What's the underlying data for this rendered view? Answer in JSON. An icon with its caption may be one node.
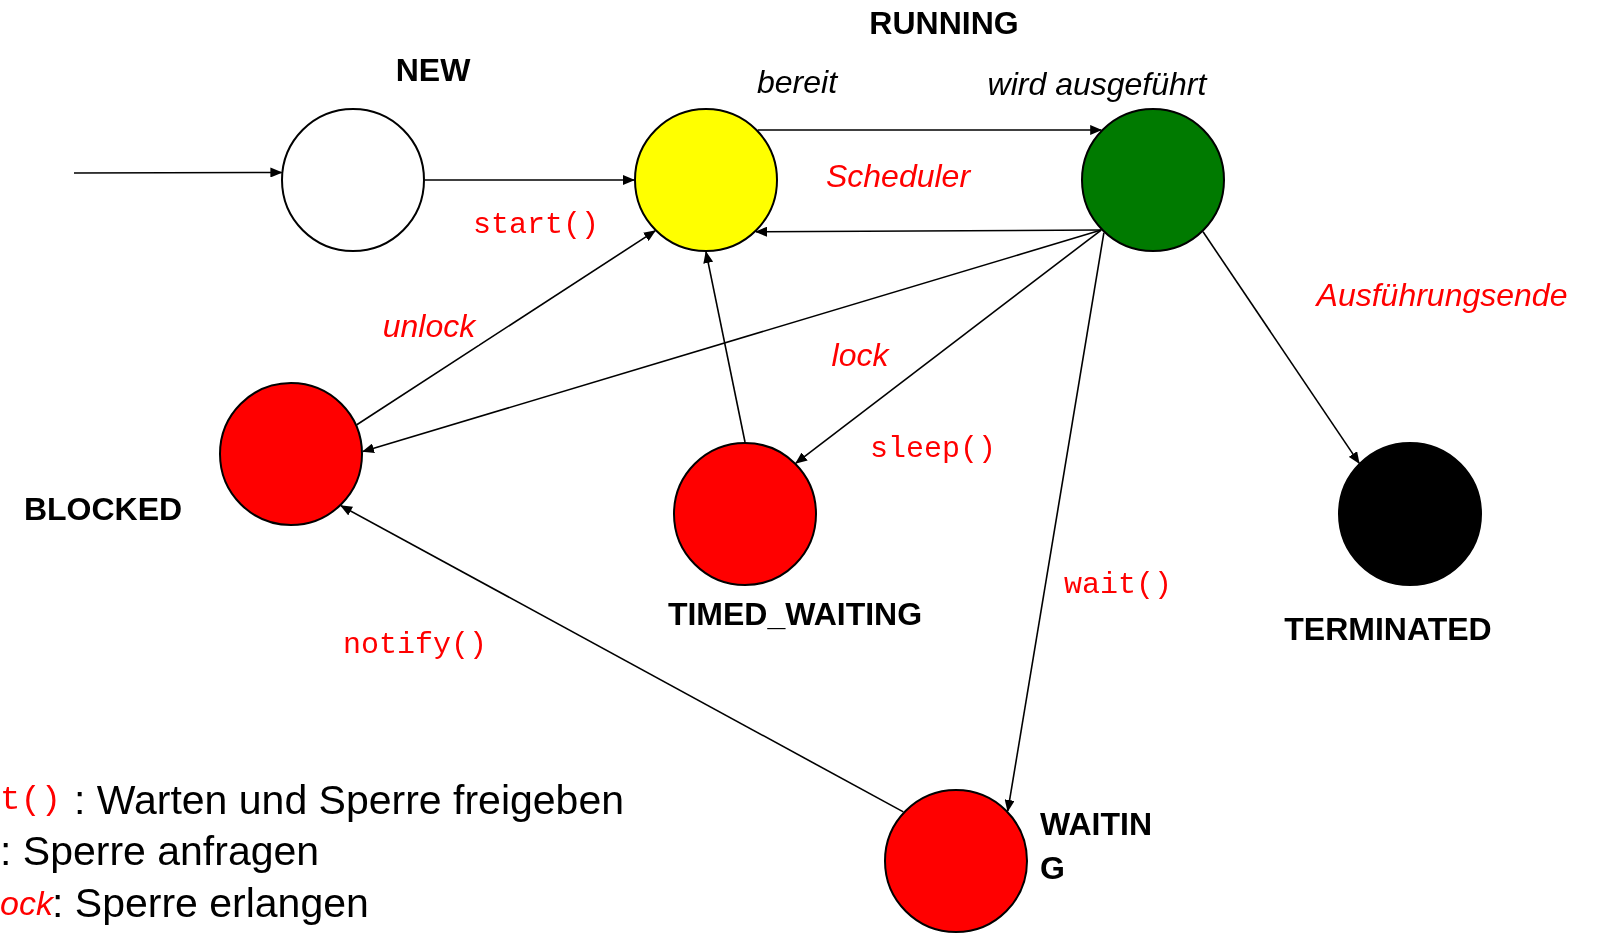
{
  "diagram": {
    "nodes": [
      {
        "text": [
          "NEW"
        ]
      },
      {
        "text": [
          "bereit"
        ]
      },
      {
        "text": [
          "wird ausgeführt"
        ]
      },
      {
        "text": [
          "BLOCKED"
        ]
      },
      {
        "text": [
          "TIMED_WAITING"
        ]
      },
      {
        "text": [
          "TERMINATED"
        ]
      },
      {
        "text": [
          "WAITIN G"
        ]
      }
    ],
    "edges": [
      {
        "from": null,
        "to": 0,
        "arrow": "to"
      },
      {
        "from": 0,
        "to": 1,
        "arrow": "to",
        "label": "start()"
      },
      {
        "from": 1,
        "to": 2,
        "arrow": "to"
      },
      {
        "from": 2,
        "to": 1,
        "arrow": "to"
      },
      {
        "from": 3,
        "to": 1,
        "arrow": "to",
        "label": "unlock"
      },
      {
        "from": 2,
        "to": 3,
        "arrow": "to",
        "label": "lock"
      },
      {
        "from": 4,
        "to": 1,
        "arrow": "to"
      },
      {
        "from": 2,
        "to": 4,
        "arrow": "to",
        "label": "sleep()"
      },
      {
        "from": 2,
        "to": 6,
        "arrow": "to",
        "label": "wait()"
      },
      {
        "from": 2,
        "to": 5,
        "arrow": "to",
        "label": "Ausführungsende"
      },
      {
        "from": 6,
        "to": 3,
        "arrow": "to",
        "label": "notify()"
      }
    ],
    "labels": [
      "RUNNING",
      "Scheduler",
      "t()",
      ": Warten und Sperre freigeben",
      ": Sperre anfragen",
      "ock",
      ": Sperre erlangen"
    ]
  }
}
